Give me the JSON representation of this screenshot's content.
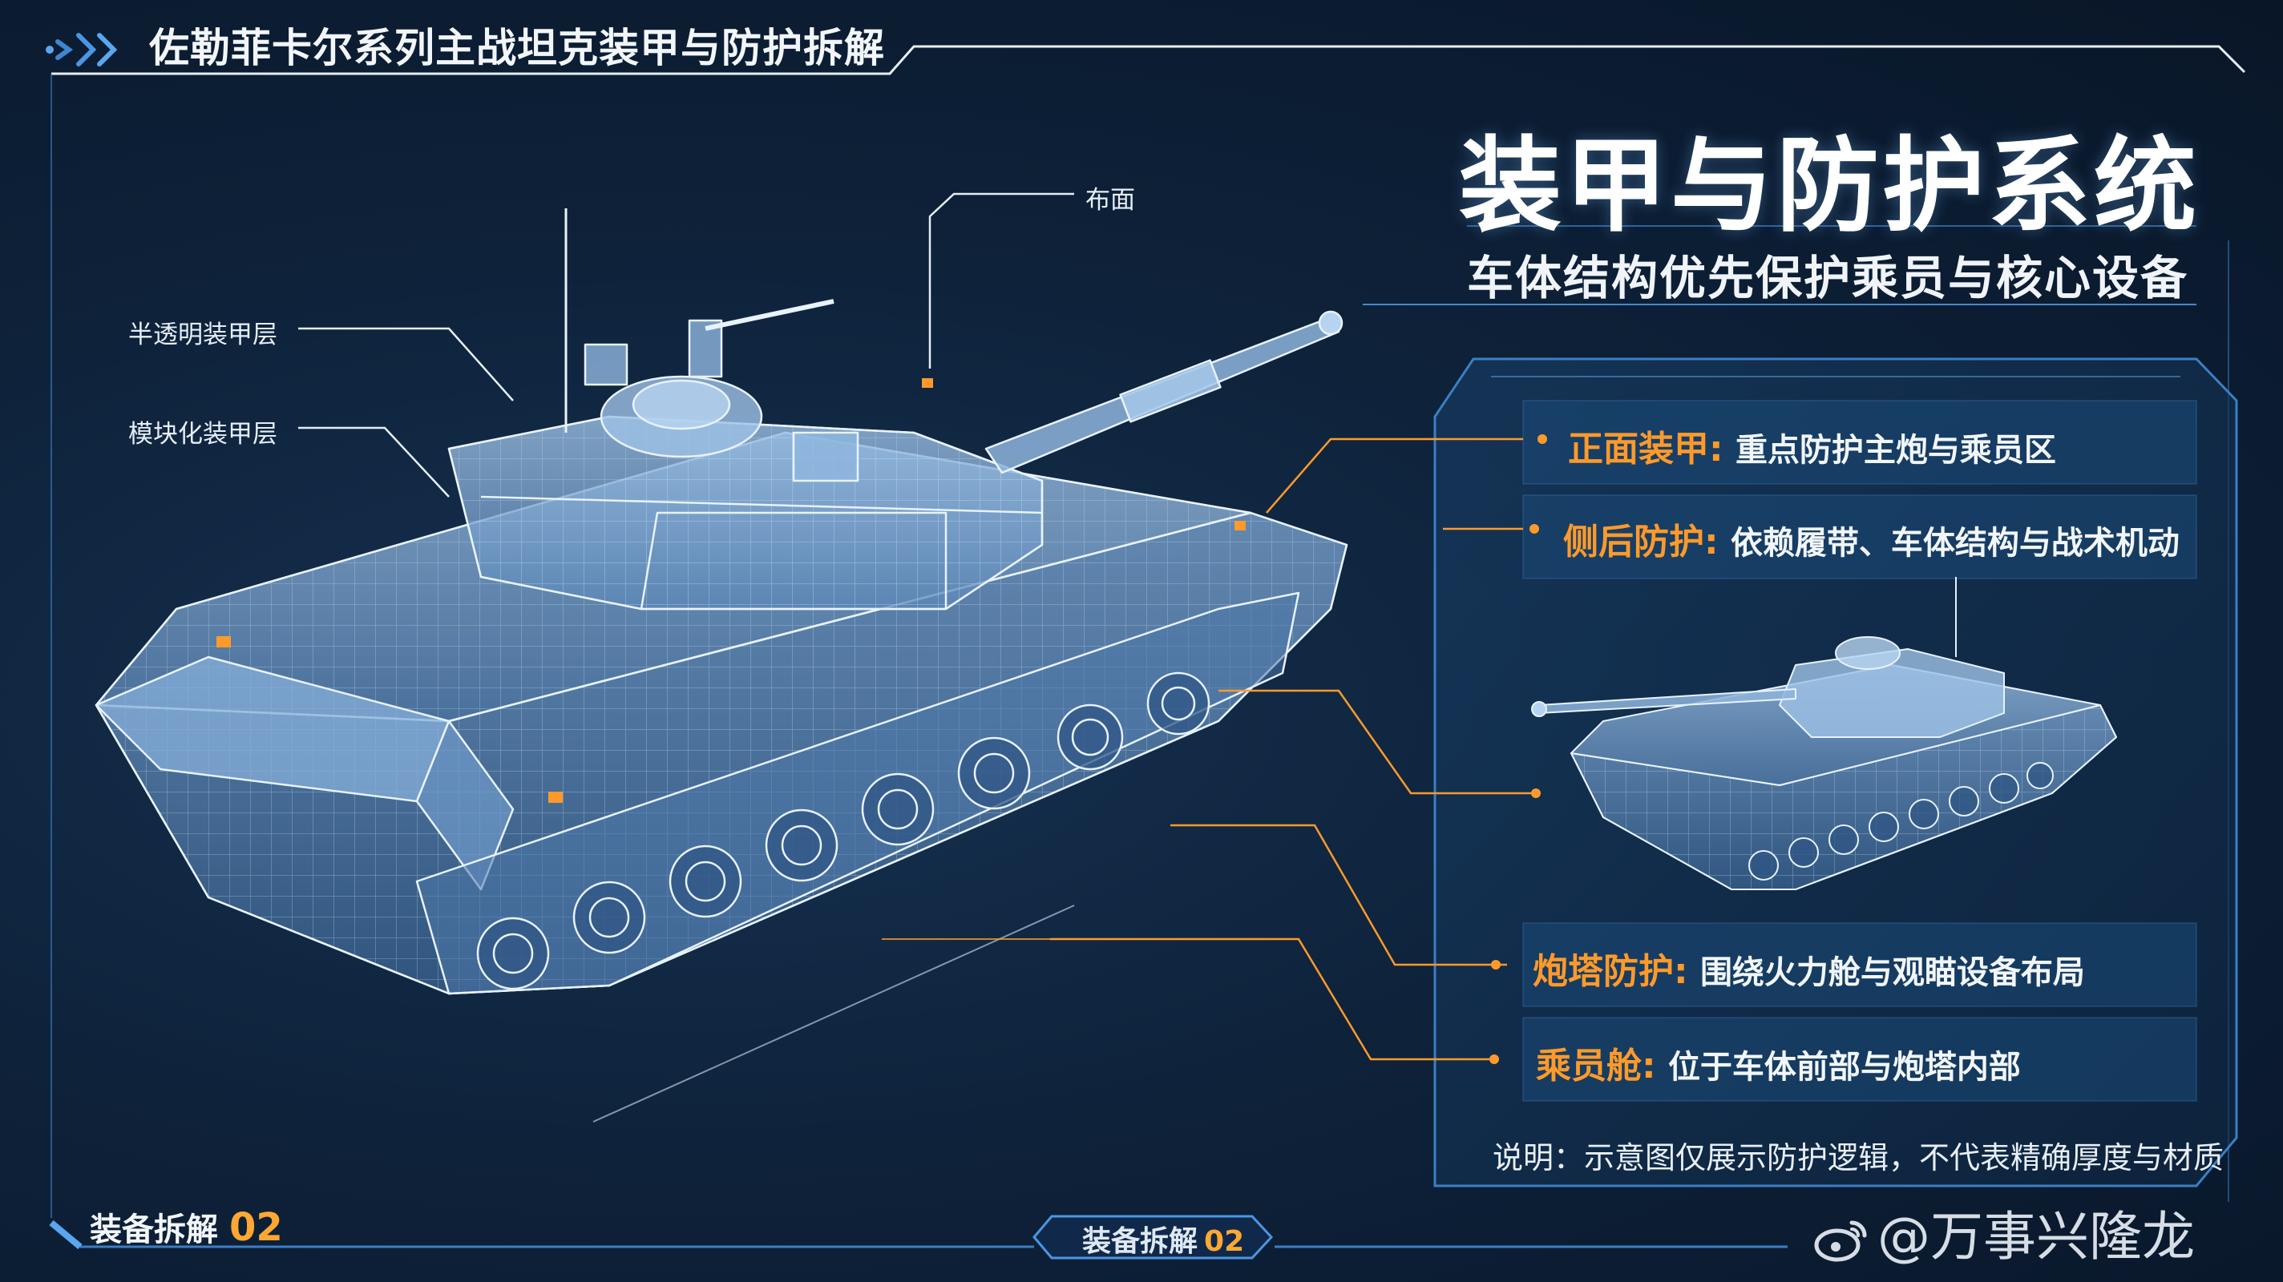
{
  "header": {
    "title": "佐勒菲卡尔系列主战坦克装甲与防护拆解"
  },
  "main_title": "装甲与防护系统",
  "subtitle": "车体结构优先保护乘员与核心设备",
  "callouts": {
    "semi_transparent": "半透明装甲层",
    "modular": "模块化装甲层",
    "layout": "布面"
  },
  "features": [
    {
      "name": "正面装甲",
      "desc": "重点防护主炮与乘员区"
    },
    {
      "name": "侧后防护",
      "desc": "依赖履带、车体结构与战术机动"
    },
    {
      "name": "炮塔防护",
      "desc": "围绕火力舱与观瞄设备布局"
    },
    {
      "name": "乘员舱",
      "desc": "位于车体前部与炮塔内部"
    }
  ],
  "note": "说明：示意图仅展示防护逻辑，不代表精确厚度与材质",
  "footer": {
    "label": "装备拆解",
    "number": "02"
  },
  "watermark": "@万事兴隆龙",
  "colors": {
    "accent": "#ff9a2a",
    "frame": "#3b7fc4",
    "background": "#0e223a"
  },
  "icons": [
    "chevron-right-icon",
    "weibo-icon"
  ]
}
